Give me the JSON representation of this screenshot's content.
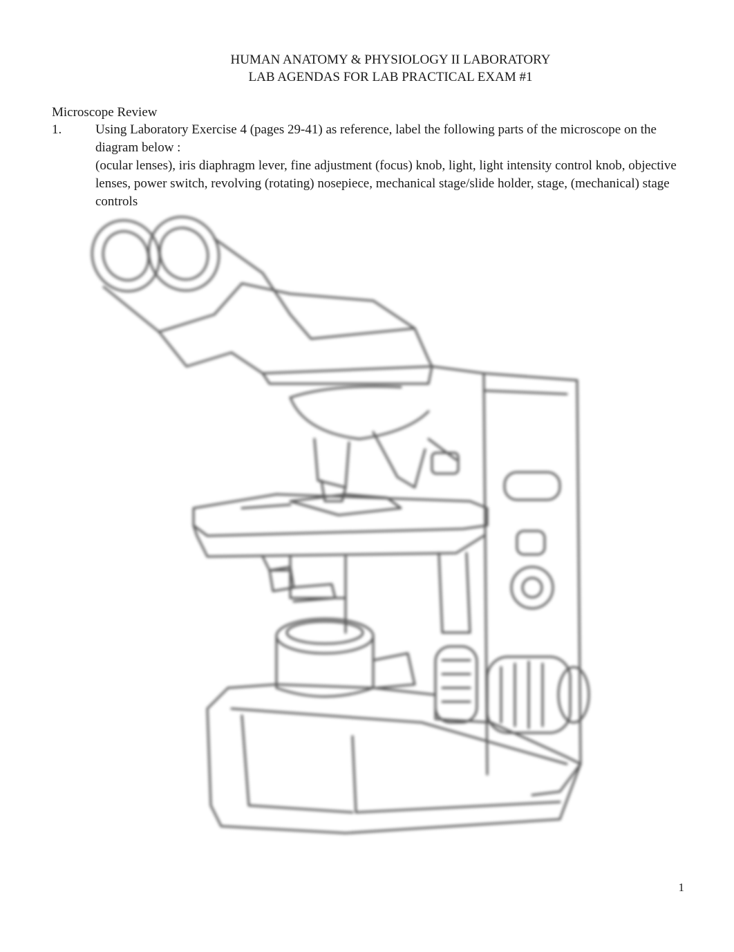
{
  "header": {
    "line1": "HUMAN ANATOMY & PHYSIOLOGY II LABORATORY",
    "line2": "LAB AGENDAS FOR LAB PRACTICAL EXAM #1"
  },
  "section": {
    "heading": "Microscope Review"
  },
  "item1": {
    "number": "1.",
    "instruction": "Using Laboratory Exercise 4 (pages 29-41) as reference, label the following parts of the microscope on the diagram below :",
    "parts_list": "(ocular lenses), iris diaphragm lever, fine adjustment (focus) knob, light, light intensity control knob, objective lenses, power switch, revolving (rotating) nosepiece, mechanical stage/slide holder, stage, (mechanical) stage controls"
  },
  "figure": {
    "icon": "microscope-diagram"
  },
  "footer": {
    "page_number": "1"
  }
}
